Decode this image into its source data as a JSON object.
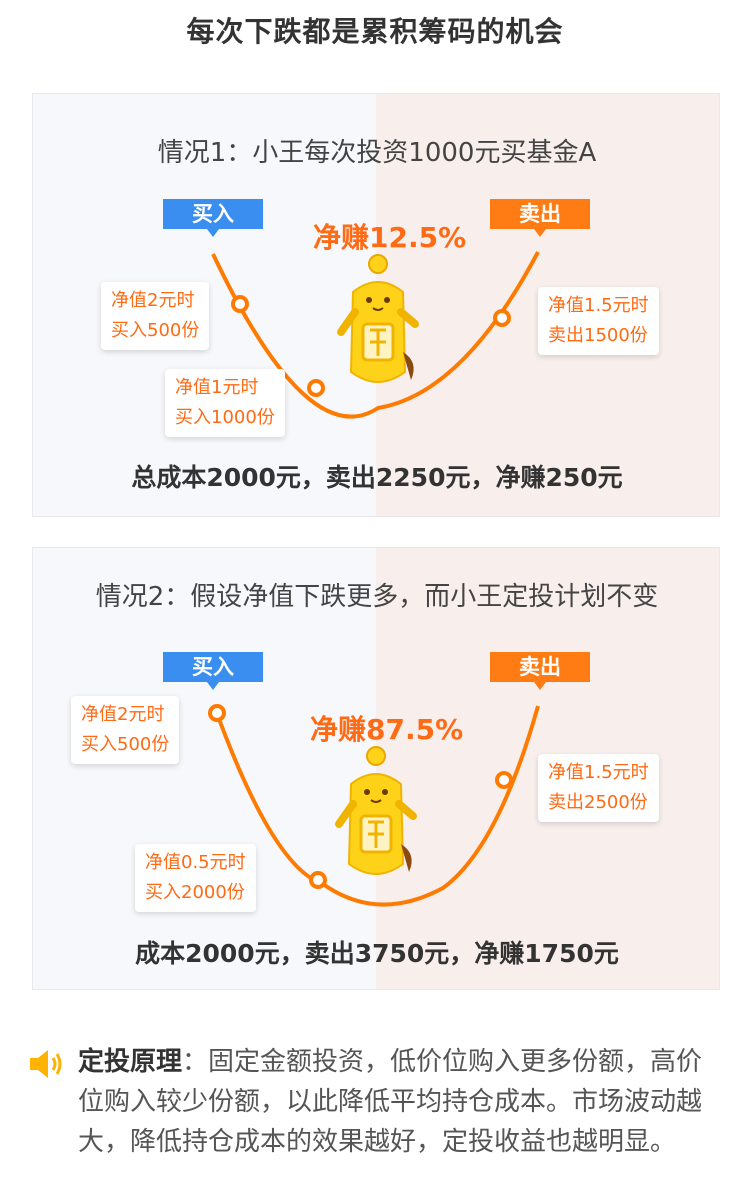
{
  "page": {
    "title": "每次下跌都是累积筹码的机会"
  },
  "case1": {
    "title": "情况1：小王每次投资1000元买基金A",
    "buy_tag": "买入",
    "sell_tag": "卖出",
    "profit": "净赚12.5%",
    "note_a": {
      "line1": "净值2元时",
      "line2": "买入500份"
    },
    "note_b": {
      "line1": "净值1元时",
      "line2": "买入1000份"
    },
    "note_c": {
      "line1": "净值1.5元时",
      "line2": "卖出1500份"
    },
    "summary": "总成本2000元，卖出2250元，净赚250元"
  },
  "case2": {
    "title": "情况2：假设净值下跌更多，而小王定投计划不变",
    "buy_tag": "买入",
    "sell_tag": "卖出",
    "profit": "净赚87.5%",
    "note_a": {
      "line1": "净值2元时",
      "line2": "买入500份"
    },
    "note_b": {
      "line1": "净值0.5元时",
      "line2": "买入2000份"
    },
    "note_c": {
      "line1": "净值1.5元时",
      "line2": "卖出2500份"
    },
    "summary": "成本2000元，卖出3750元，净赚1750元"
  },
  "principle": {
    "label": "定投原理",
    "text": "：固定金额投资，低价位购入更多份额，高价位购入较少份额，以此降低平均持仓成本。市场波动越大，降低持仓成本的效果越好，定投收益也越明显。"
  },
  "colors": {
    "accent": "#ff7b14",
    "buy": "#3a8ef0",
    "curve": "#ff7a00"
  },
  "icons": {
    "mascot": "banana-mascot-icon",
    "speaker": "speaker-icon"
  }
}
